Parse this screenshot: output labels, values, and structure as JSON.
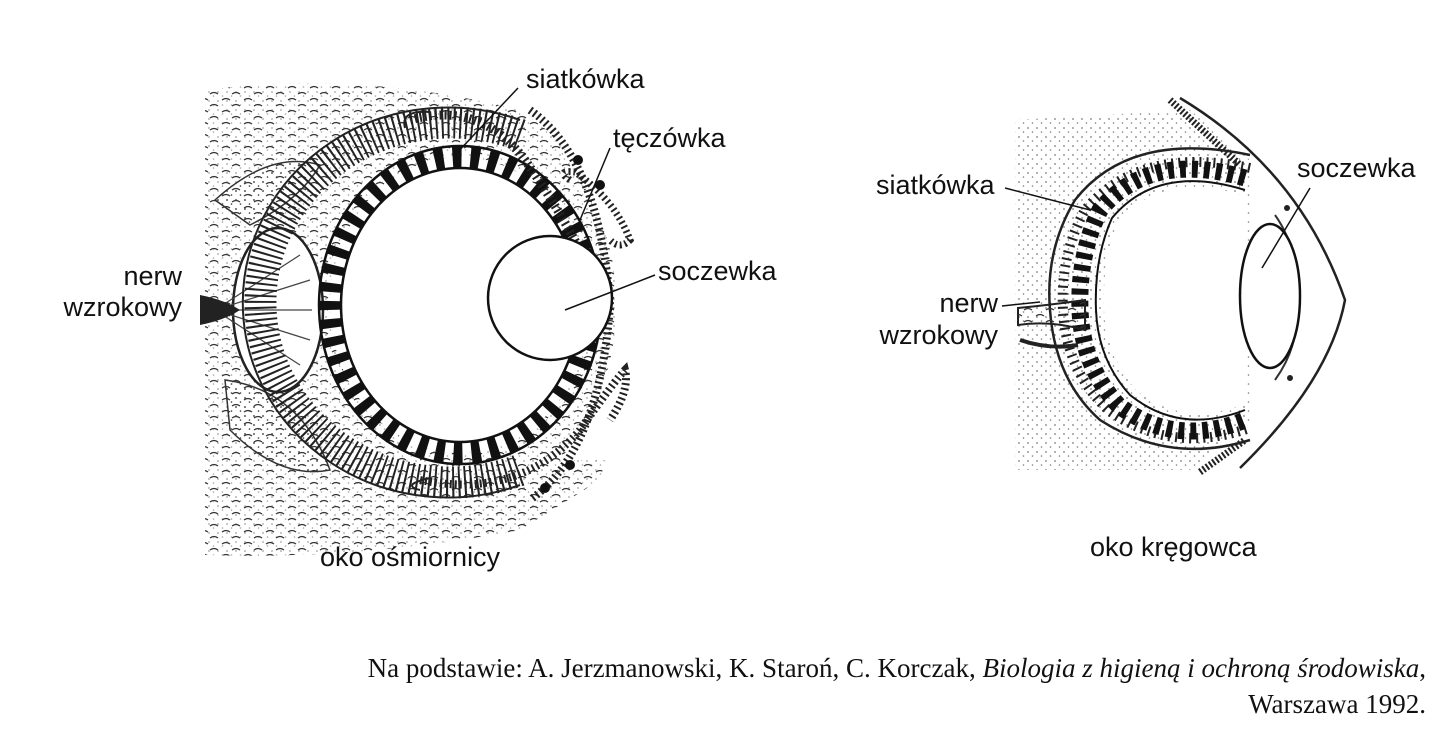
{
  "octopus": {
    "caption": "oko ośmiornicy",
    "labels": {
      "retina": "siatkówka",
      "iris": "tęczówka",
      "lens": "soczewka",
      "nerve_line1": "nerw",
      "nerve_line2": "wzrokowy"
    }
  },
  "vertebrate": {
    "caption": "oko kręgowca",
    "labels": {
      "retina": "siatkówka",
      "lens": "soczewka",
      "nerve_line1": "nerw",
      "nerve_line2": "wzrokowy"
    }
  },
  "source": {
    "prefix": "Na podstawie: A. Jerzmanowski, K. Staroń, C. Korczak, ",
    "title": "Biologia z higieną i ochroną środowiska",
    "suffix": ",",
    "line2": "Warszawa 1992."
  }
}
